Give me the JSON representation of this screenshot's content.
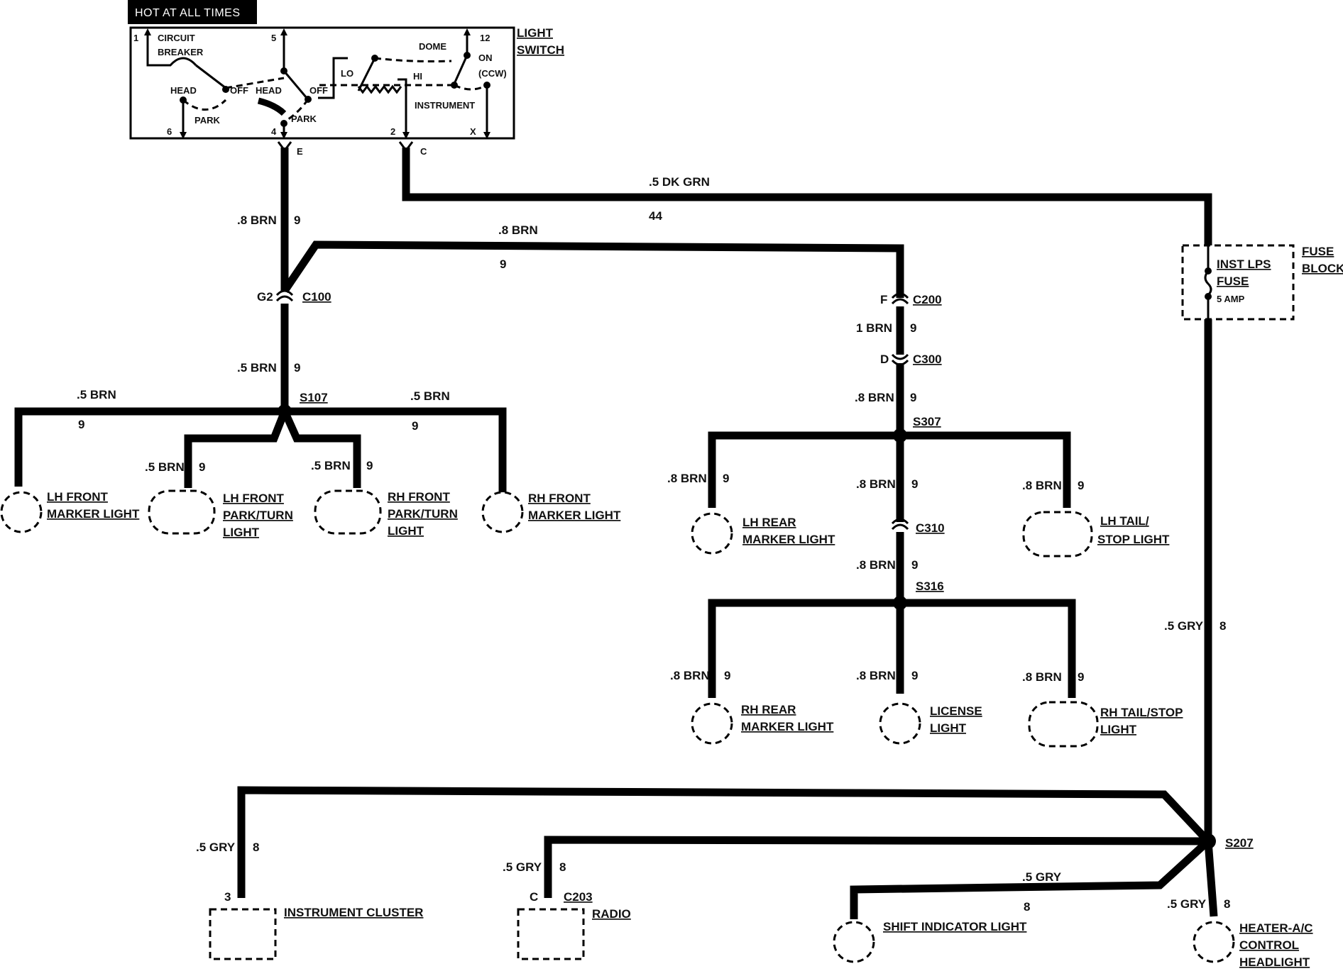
{
  "header": {
    "hot_label": "HOT AT ALL TIMES"
  },
  "light_switch": {
    "title_line1": "LIGHT",
    "title_line2": "SWITCH",
    "pin_1": "1",
    "pin_5": "5",
    "pin_12": "12",
    "pin_6": "6",
    "pin_4": "4",
    "pin_2": "2",
    "pin_x": "X",
    "circuit": "CIRCUIT",
    "breaker": "BREAKER",
    "head_left": "HEAD",
    "off_left": "OFF",
    "park_left": "PARK",
    "head_mid": "HEAD",
    "off_mid": "OFF",
    "park_mid": "PARK",
    "lo": "LO",
    "hi": "HI",
    "dome": "DOME",
    "on": "ON",
    "ccw": "(CCW)",
    "instrument": "INSTRUMENT",
    "out_e": "E",
    "out_c": "C"
  },
  "wires": {
    "brn_08_a": ".8 BRN",
    "brn_08_a_num": "9",
    "dk_grn": ".5 DK GRN",
    "dk_grn_num": "44",
    "brn_08_b": ".8 BRN",
    "brn_08_b_num": "9",
    "brn_05_a": ".5 BRN",
    "brn_05_a_num": "9",
    "lh_front_wire": ".5 BRN",
    "lh_front_wire_num": "9",
    "rh_front_wire": ".5 BRN",
    "rh_front_wire_num": "9",
    "lh_park_wire": ".5 BRN",
    "lh_park_wire_num": "9",
    "rh_park_wire": ".5 BRN",
    "rh_park_wire_num": "9",
    "brn_1": "1 BRN",
    "brn_1_num": "9",
    "c300_out": ".8 BRN",
    "c300_out_num": "9",
    "lh_rear_wire": ".8 BRN",
    "lh_rear_wire_num": "9",
    "s307_mid": ".8 BRN",
    "s307_mid_num": "9",
    "lh_tail_wire": ".8 BRN",
    "lh_tail_wire_num": "9",
    "c310_out": ".8 BRN",
    "c310_out_num": "9",
    "rh_rear_wire": ".8 BRN",
    "rh_rear_wire_num": "9",
    "license_wire": ".8 BRN",
    "license_wire_num": "9",
    "rh_tail_wire": ".8 BRN",
    "rh_tail_wire_num": "9",
    "gry_main": ".5 GRY",
    "gry_main_num": "8",
    "cluster_wire": ".5 GRY",
    "cluster_wire_num": "8",
    "radio_wire": ".5 GRY",
    "radio_wire_num": "8",
    "shift_wire": ".5 GRY",
    "shift_wire_num": "8",
    "heater_wire": ".5 GRY",
    "heater_wire_num": "8"
  },
  "connectors": {
    "c100": "C100",
    "c100_pin": "G2",
    "c200": "C200",
    "c200_pin": "F",
    "c300": "C300",
    "c300_pin": "D",
    "c310": "C310",
    "c203": "C203",
    "c203_pin": "C",
    "cluster_pin": "3"
  },
  "splices": {
    "s107": "S107",
    "s307": "S307",
    "s316": "S316",
    "s207": "S207"
  },
  "fuse_block": {
    "line1": "INST LPS",
    "line2": "FUSE",
    "amp": "5 AMP",
    "title1": "FUSE",
    "title2": "BLOCK"
  },
  "components": {
    "lh_front_marker": [
      "LH FRONT",
      "MARKER LIGHT"
    ],
    "lh_front_park": [
      "LH FRONT",
      "PARK/TURN",
      "LIGHT"
    ],
    "rh_front_park": [
      "RH FRONT",
      "PARK/TURN",
      "LIGHT"
    ],
    "rh_front_marker": [
      "RH FRONT",
      "MARKER LIGHT"
    ],
    "lh_rear_marker": [
      "LH REAR",
      "MARKER LIGHT"
    ],
    "lh_tail": [
      "LH TAIL/",
      "STOP LIGHT"
    ],
    "rh_rear_marker": [
      "RH REAR",
      "MARKER LIGHT"
    ],
    "license": [
      "LICENSE",
      "LIGHT"
    ],
    "rh_tail": [
      "RH TAIL/STOP",
      "LIGHT"
    ],
    "instrument_cluster": "INSTRUMENT CLUSTER",
    "radio": "RADIO",
    "shift_indicator": "SHIFT INDICATOR LIGHT",
    "heater": [
      "HEATER-A/C",
      "CONTROL",
      "HEADLIGHT"
    ]
  }
}
